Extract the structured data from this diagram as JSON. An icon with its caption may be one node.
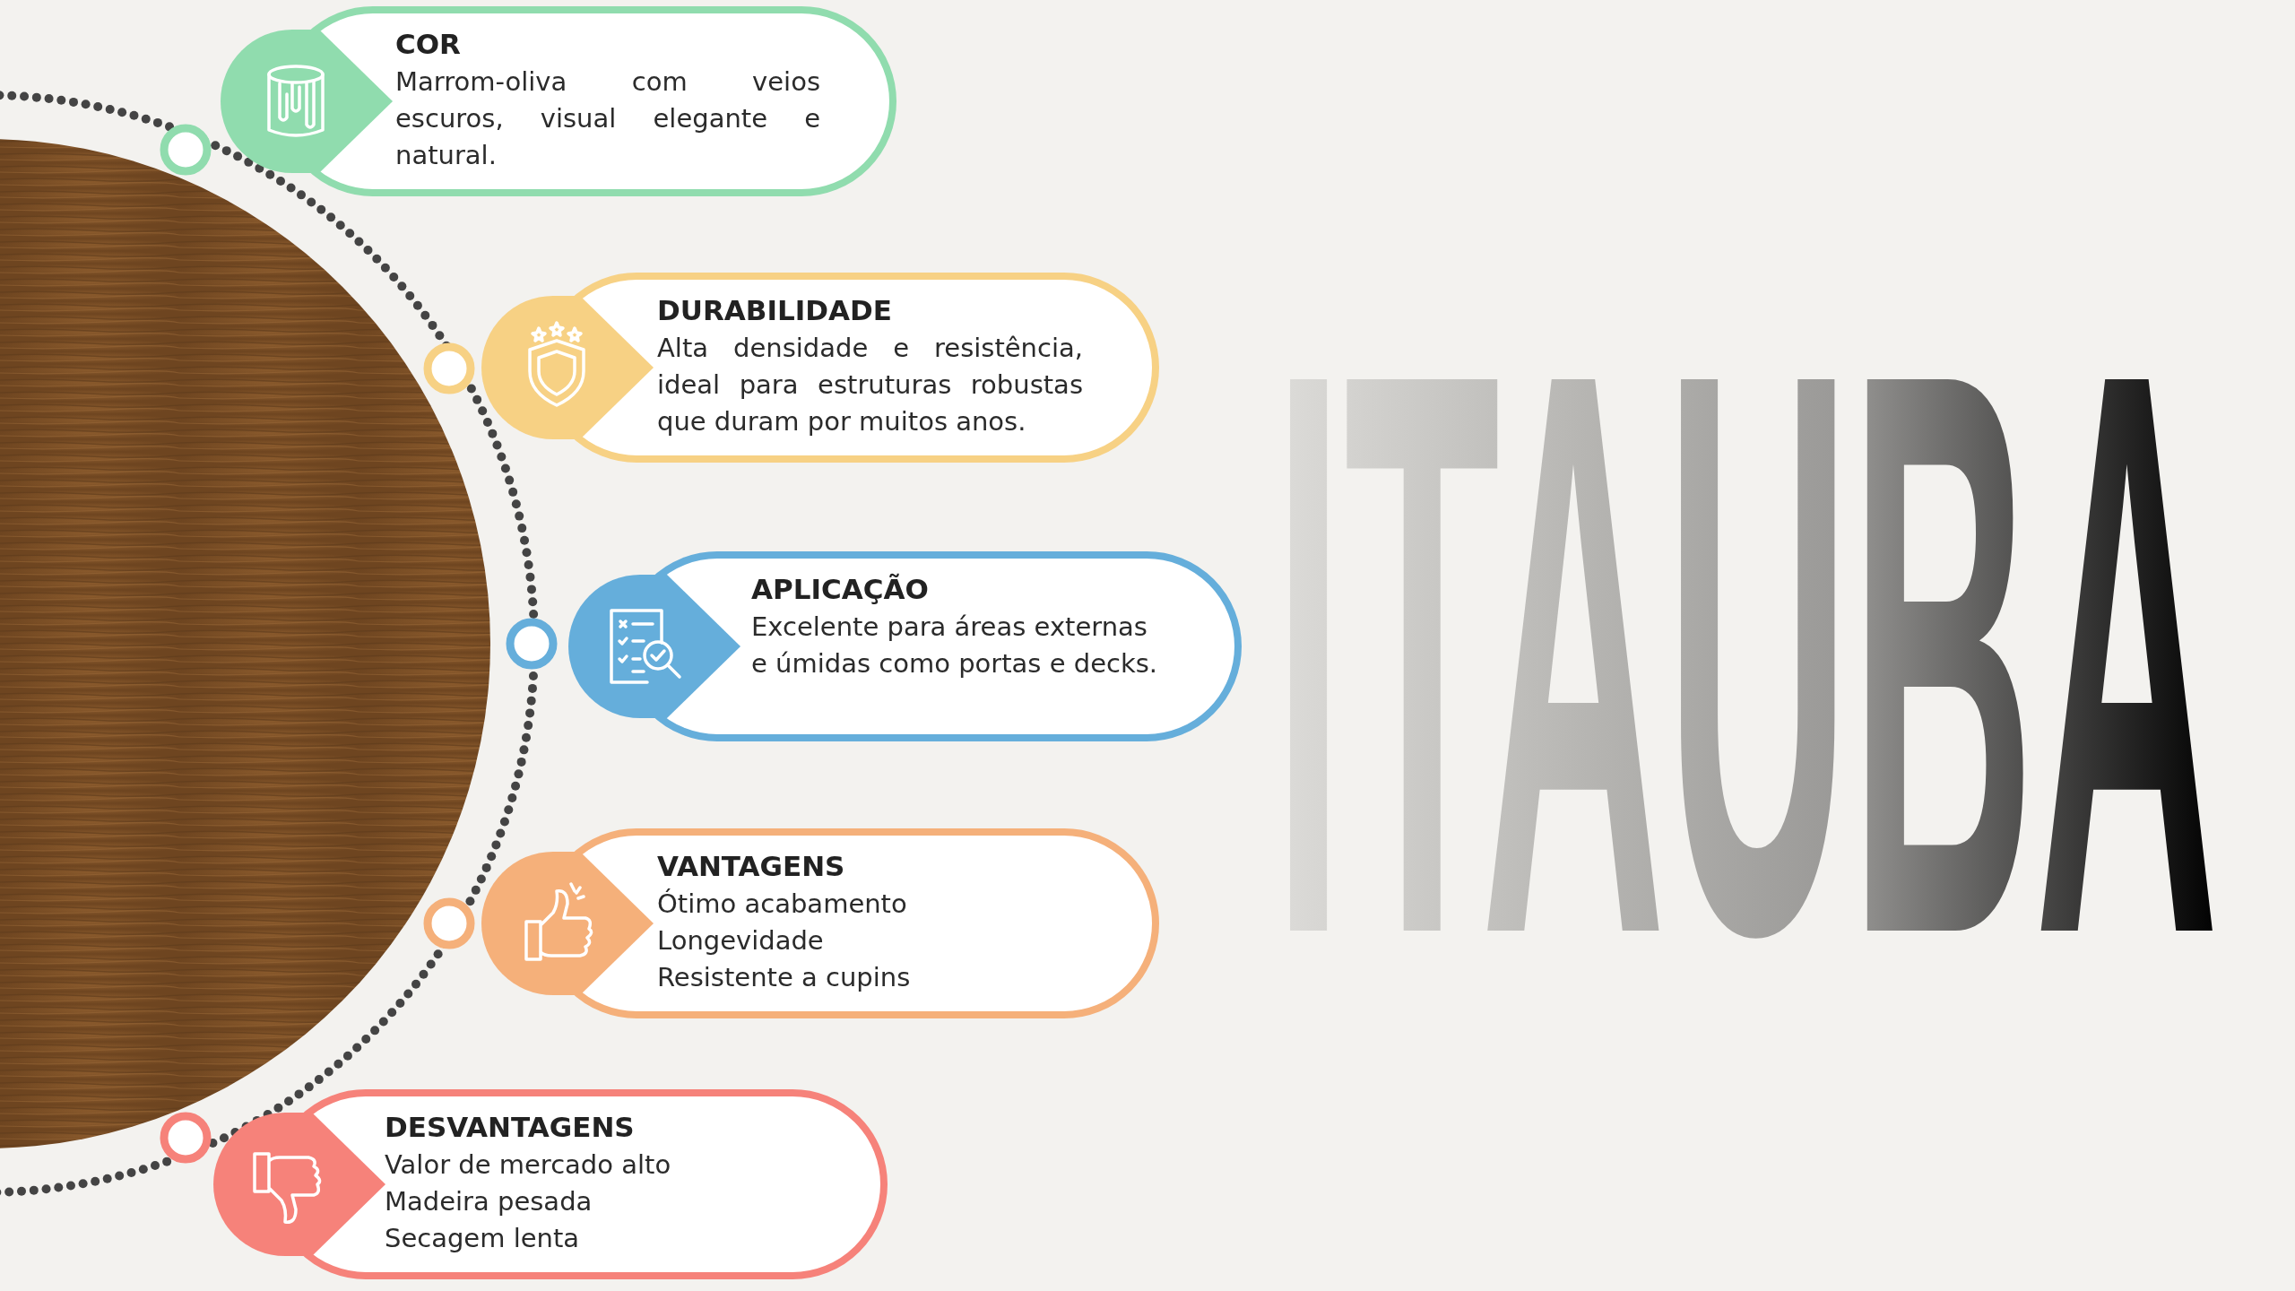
{
  "diagram": {
    "nodes": [
      {
        "text": [
          "COR",
          "Marrom-oliva com veios escuros, visual elegante e natural."
        ]
      },
      {
        "text": [
          "DURABILIDADE",
          "Alta densidade e resistência, ideal para estruturas robustas que duram por muitos anos."
        ]
      },
      {
        "text": [
          "APLICAÇÃO",
          "Excelente para áreas externas e úmidas como portas e decks."
        ]
      },
      {
        "text": [
          "VANTAGENS",
          "Ótimo acabamento",
          "Longevidade",
          "Resistente a cupins"
        ]
      },
      {
        "text": [
          "DESVANTAGENS",
          "Valor de mercado alto",
          "Madeira pesada",
          "Secagem lenta"
        ]
      }
    ],
    "labels": [
      "ITAUBA"
    ]
  }
}
